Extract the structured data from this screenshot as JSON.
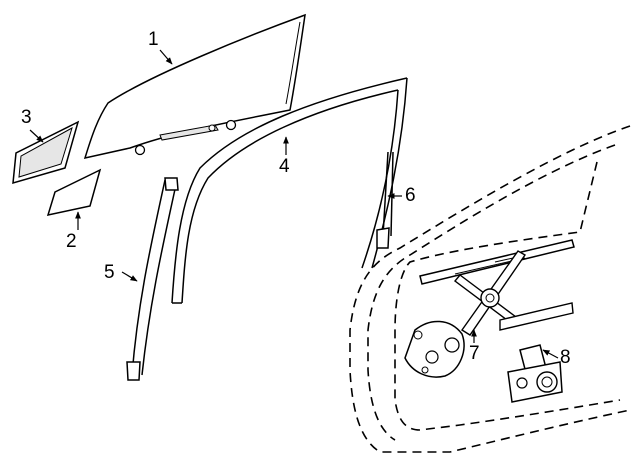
{
  "diagram": {
    "callouts": [
      {
        "id": "1",
        "label": "1"
      },
      {
        "id": "2",
        "label": "2"
      },
      {
        "id": "3",
        "label": "3"
      },
      {
        "id": "4",
        "label": "4"
      },
      {
        "id": "5",
        "label": "5"
      },
      {
        "id": "6",
        "label": "6"
      },
      {
        "id": "7",
        "label": "7"
      },
      {
        "id": "8",
        "label": "8"
      }
    ],
    "colors": {
      "line": "#000000",
      "fill": "#ffffff",
      "shade": "#e6e6e6"
    }
  }
}
